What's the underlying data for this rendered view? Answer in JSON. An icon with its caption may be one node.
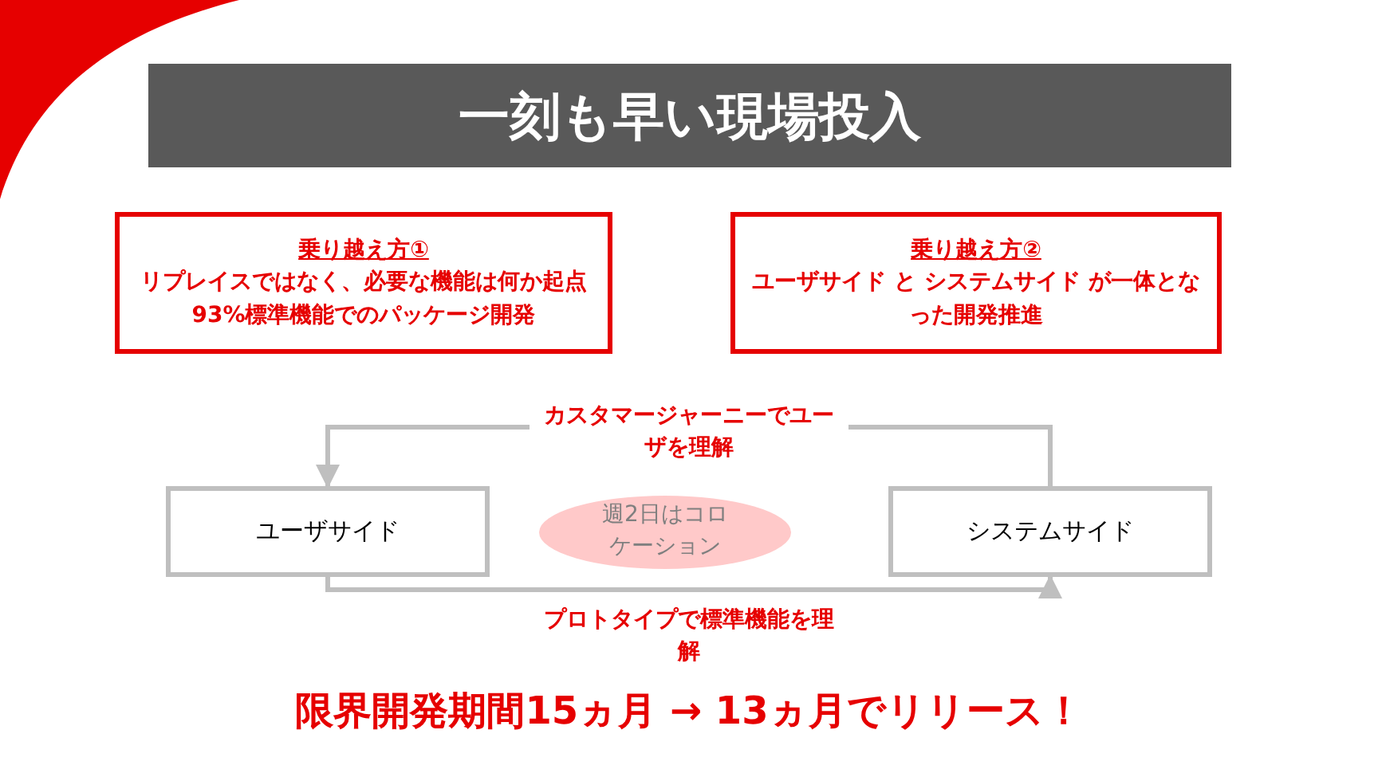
{
  "diagram": {
    "title": "一刻も早い現場投入",
    "nodes": [
      {
        "text": [
          "乗り越え方①",
          "リプレイスではなく、必要な機能は何か起点",
          "93%標準機能でのパッケージ開発"
        ]
      },
      {
        "text": [
          "乗り越え方②",
          "ユーザサイド と システムサイド が一体となった開発推進"
        ]
      },
      {
        "text": [
          "ユーザサイド"
        ]
      },
      {
        "text": [
          "システムサイド"
        ]
      },
      {
        "text": [
          "週2日はコロケーション"
        ]
      }
    ],
    "edges": [
      {
        "from": 3,
        "to": 2,
        "arrow": "to",
        "label": "カスタマージャーニーでユーザを理解"
      },
      {
        "from": 2,
        "to": 3,
        "arrow": "to",
        "label": "プロトタイプで標準機能を理解"
      }
    ],
    "labels": [
      "限界開発期間15ヵ月 → 13ヵ月でリリース！"
    ]
  }
}
